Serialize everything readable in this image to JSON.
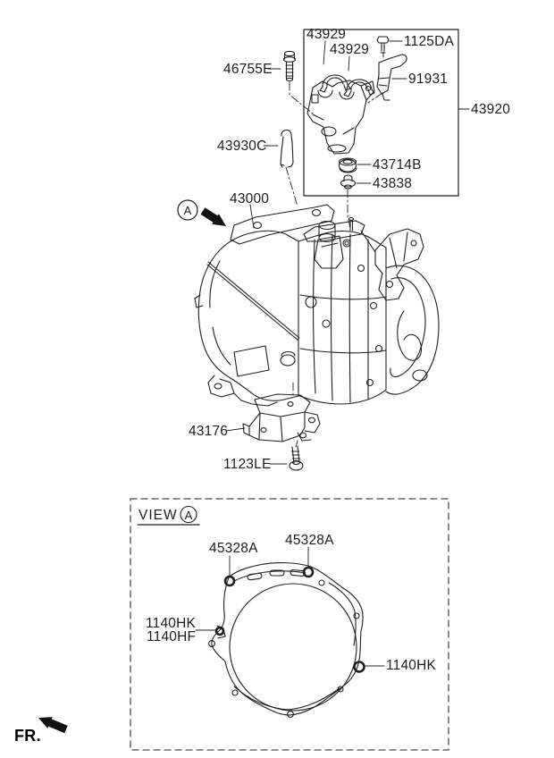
{
  "diagram": {
    "type": "parts-diagram",
    "line_color": "#1f1f1f",
    "background_color": "#ffffff",
    "callouts": {
      "c43929_1": "43929",
      "c43929_2": "43929",
      "c1125DA": "1125DA",
      "c91931": "91931",
      "c43920": "43920",
      "c43714B": "43714B",
      "c43838": "43838",
      "c46755E": "46755E",
      "c43930C": "43930C",
      "c43000": "43000",
      "c43176": "43176",
      "c1123LE": "1123LE"
    },
    "assembly_marker": "A",
    "view_section": {
      "view_label": "VIEW",
      "view_marker": "A",
      "c45328A_left": "45328A",
      "c45328A_right": "45328A",
      "c1140HK_left": "1140HK",
      "c1140HF": "1140HF",
      "c1140HK_right": "1140HK"
    },
    "fr_label": "FR."
  }
}
